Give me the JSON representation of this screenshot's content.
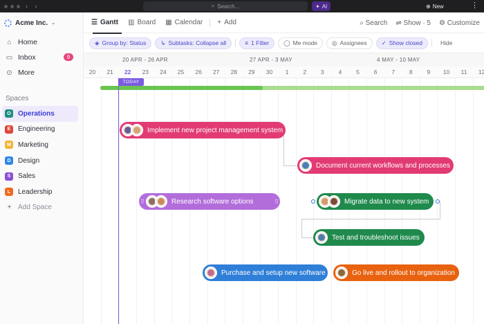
{
  "topbar": {
    "search_placeholder": "Search...",
    "ai_label": "AI",
    "new_label": "New"
  },
  "sidebar": {
    "workspace_name": "Acme Inc.",
    "nav": [
      {
        "label": "Home",
        "icon": "home-icon"
      },
      {
        "label": "Inbox",
        "icon": "inbox-icon",
        "badge": "9"
      },
      {
        "label": "More",
        "icon": "more-icon"
      }
    ],
    "spaces_title": "Spaces",
    "spaces": [
      {
        "letter": "O",
        "label": "Operations",
        "color": "#1e8f7e",
        "active": true
      },
      {
        "letter": "E",
        "label": "Engineering",
        "color": "#e0473a"
      },
      {
        "letter": "M",
        "label": "Marketing",
        "color": "#f2b53a"
      },
      {
        "letter": "D",
        "label": "Design",
        "color": "#2f86e8"
      },
      {
        "letter": "S",
        "label": "Sales",
        "color": "#8a4fd6"
      },
      {
        "letter": "L",
        "label": "Leadership",
        "color": "#f06a1d"
      }
    ],
    "add_space": "Add Space"
  },
  "views": {
    "tabs": [
      {
        "label": "Gantt",
        "active": true
      },
      {
        "label": "Board"
      },
      {
        "label": "Calendar"
      }
    ],
    "add_view": "Add",
    "search": "Search",
    "show": "Show · 5",
    "customize": "Customize"
  },
  "filters": {
    "group_by": "Group by: Status",
    "subtasks": "Subtasks: Collapse all",
    "filter": "1 Filter",
    "me_mode": "Me mode",
    "assignees": "Assignees",
    "show_closed": "Show closed",
    "hide": "Hide"
  },
  "gantt": {
    "weeks": [
      "20 APR - 26 APR",
      "27 APR - 3 MAY",
      "4 MAY - 10 MAY"
    ],
    "days": [
      "20",
      "21",
      "22",
      "23",
      "24",
      "25",
      "26",
      "27",
      "28",
      "29",
      "30",
      "1",
      "2",
      "3",
      "4",
      "5",
      "6",
      "7",
      "8",
      "9",
      "10",
      "11",
      "12"
    ],
    "today_index": 2,
    "today_label": "TODAY",
    "progress_fraction": 0.42,
    "tasks": [
      {
        "label": "Implement new project management system",
        "color": "#e23b74",
        "avatars": [
          "#6b5b95",
          "#d4a373"
        ]
      },
      {
        "label": "Document current workflows and processes",
        "color": "#e23b74",
        "avatars": [
          "#4a7fb5"
        ]
      },
      {
        "label": "Research software options",
        "color": "#b36ddb",
        "avatars": [
          "#8d6e63",
          "#c98b5c"
        ]
      },
      {
        "label": "Migrate data to new system",
        "color": "#1f8a4c",
        "avatars": [
          "#d59a6a",
          "#7a4b3a"
        ]
      },
      {
        "label": "Test and troubleshoot issues",
        "color": "#1f8a4c",
        "avatars": [
          "#4f7ea8"
        ]
      },
      {
        "label": "Purchase and setup new software",
        "color": "#2f7fd8",
        "avatars": [
          "#c26b8a"
        ]
      },
      {
        "label": "Go live and rollout to organization",
        "color": "#e8620f",
        "avatars": [
          "#8a6a3b"
        ]
      }
    ]
  }
}
